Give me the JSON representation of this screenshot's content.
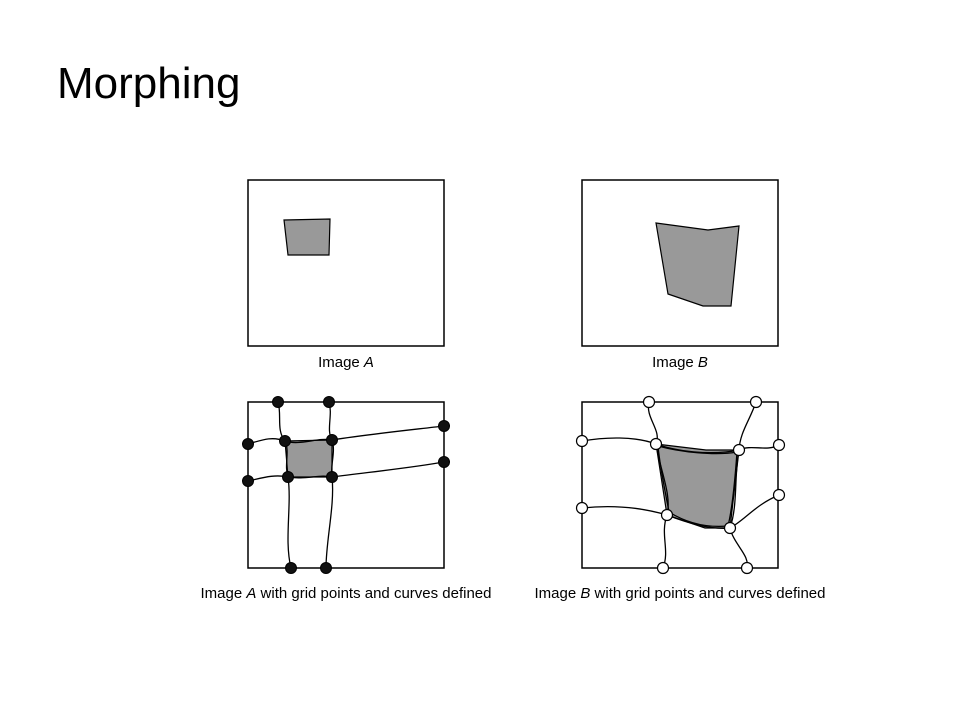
{
  "slide": {
    "title": "Morphing"
  },
  "captions": {
    "a_prefix": "Image ",
    "a_letter": "A",
    "b_prefix": "Image ",
    "b_letter": "B",
    "a_grid_prefix": "Image ",
    "a_grid_letter": "A",
    "a_grid_suffix": " with grid points and curves defined",
    "b_grid_prefix": "Image ",
    "b_grid_letter": "B",
    "b_grid_suffix": " with grid points and curves defined"
  },
  "colors": {
    "shape_fill": "#999999",
    "point_fill_a": "#111111",
    "point_fill_b": "#ffffff"
  }
}
